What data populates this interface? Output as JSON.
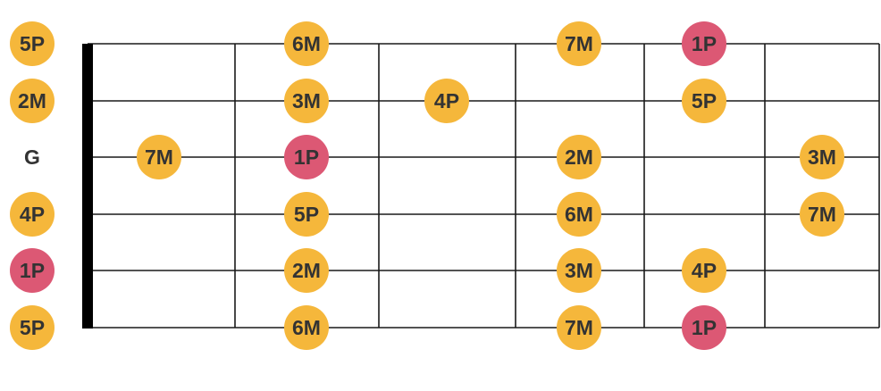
{
  "colors": {
    "note": "#F5B73B",
    "root": "#DC5874",
    "line": "#1a1a1a",
    "nut": "#000000",
    "text": "#333333"
  },
  "strings": [
    {
      "open": "5P",
      "open_marked": true
    },
    {
      "open": "2M",
      "open_marked": true
    },
    {
      "open": "G",
      "open_marked": false
    },
    {
      "open": "4P",
      "open_marked": true
    },
    {
      "open": "1P",
      "open_marked": true,
      "open_root": true
    },
    {
      "open": "5P",
      "open_marked": true
    }
  ],
  "fret_count": 6,
  "notes": [
    {
      "string": 0,
      "fret": 2,
      "label": "6M",
      "root": false
    },
    {
      "string": 0,
      "fret": 4,
      "label": "7M",
      "root": false
    },
    {
      "string": 0,
      "fret": 5,
      "label": "1P",
      "root": true
    },
    {
      "string": 1,
      "fret": 2,
      "label": "3M",
      "root": false
    },
    {
      "string": 1,
      "fret": 3,
      "label": "4P",
      "root": false
    },
    {
      "string": 1,
      "fret": 5,
      "label": "5P",
      "root": false
    },
    {
      "string": 2,
      "fret": 1,
      "label": "7M",
      "root": false
    },
    {
      "string": 2,
      "fret": 2,
      "label": "1P",
      "root": true
    },
    {
      "string": 2,
      "fret": 4,
      "label": "2M",
      "root": false
    },
    {
      "string": 2,
      "fret": 6,
      "label": "3M",
      "root": false
    },
    {
      "string": 3,
      "fret": 2,
      "label": "5P",
      "root": false
    },
    {
      "string": 3,
      "fret": 4,
      "label": "6M",
      "root": false
    },
    {
      "string": 3,
      "fret": 6,
      "label": "7M",
      "root": false
    },
    {
      "string": 4,
      "fret": 2,
      "label": "2M",
      "root": false
    },
    {
      "string": 4,
      "fret": 4,
      "label": "3M",
      "root": false
    },
    {
      "string": 4,
      "fret": 5,
      "label": "4P",
      "root": false
    },
    {
      "string": 5,
      "fret": 2,
      "label": "6M",
      "root": false
    },
    {
      "string": 5,
      "fret": 4,
      "label": "7M",
      "root": false
    },
    {
      "string": 5,
      "fret": 5,
      "label": "1P",
      "root": true
    }
  ]
}
